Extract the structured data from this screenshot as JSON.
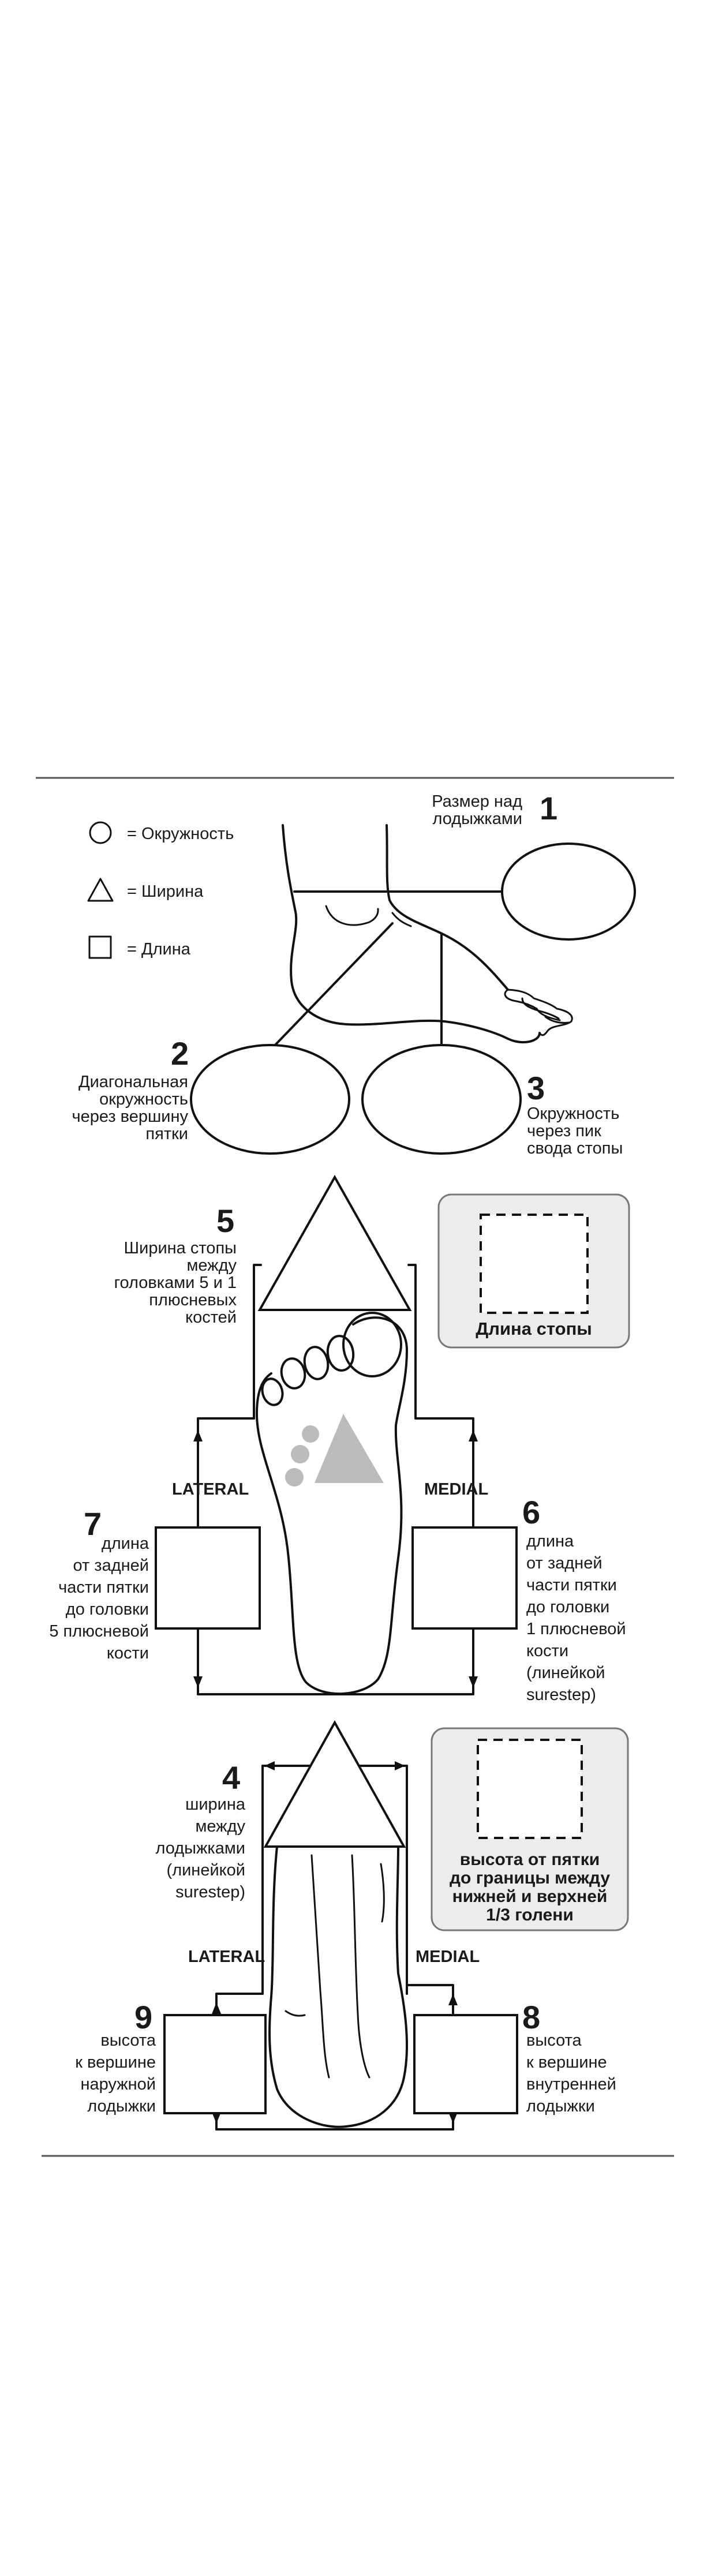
{
  "legend": {
    "circumference": "= Окружность",
    "width": "= Ширина",
    "length": "= Длина"
  },
  "measurements": {
    "m1": {
      "number": "1",
      "label": [
        "Размер над",
        "лодыжками"
      ]
    },
    "m2": {
      "number": "2",
      "label": [
        "Диагональная",
        "окружность",
        "через вершину",
        "пятки"
      ]
    },
    "m3": {
      "number": "3",
      "label": [
        "Окружность",
        "через пик",
        "свода стопы"
      ]
    },
    "m4": {
      "number": "4",
      "label": [
        "ширина",
        "между",
        "лодыжками",
        "(линейкой",
        "surestep)"
      ]
    },
    "m5": {
      "number": "5",
      "label": [
        "Ширина стопы",
        "между",
        "головками 5 и 1",
        "плюсневых",
        "костей"
      ]
    },
    "m6": {
      "number": "6",
      "label": [
        "длина",
        "от задней",
        "части пятки",
        "до головки",
        "1 плюсневой",
        "кости",
        "(линейкой",
        "surestep)"
      ]
    },
    "m7": {
      "number": "7",
      "label": [
        "длина",
        "от задней",
        "части пятки",
        "до головки",
        "5 плюсневой",
        "кости"
      ]
    },
    "m8": {
      "number": "8",
      "label": [
        "высота",
        "к вершине",
        "внутренней",
        "лодыжки"
      ]
    },
    "m9": {
      "number": "9",
      "label": [
        "высота",
        "к вершине",
        "наружной",
        "лодыжки"
      ]
    }
  },
  "cards": {
    "foot_length": "Длина стопы",
    "calf_height": [
      "высота от пятки",
      "до границы между",
      "нижней и верхней",
      "1/3 голени"
    ]
  },
  "sides": {
    "lateral": "LATERAL",
    "medial": "MEDIAL"
  }
}
